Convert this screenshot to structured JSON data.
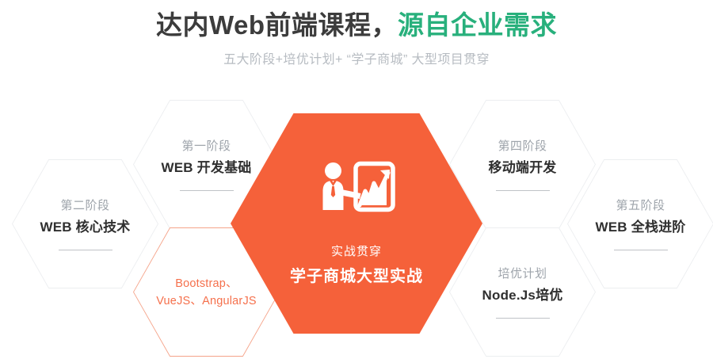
{
  "header": {
    "title_plain": "达内Web前端课程，",
    "title_accent": "源自企业需求",
    "subtitle": "五大阶段+培优计划+ “学子商城” 大型项目贯穿"
  },
  "colors": {
    "accent_green": "#28b07c",
    "brand_orange": "#f5613a",
    "accent_orange_light": "#f5704c",
    "hex_border": "#eceef0",
    "hex_accent_border": "#f5a389",
    "title_dark": "#3c3c3c",
    "subtitle_grey": "#b7bcc2",
    "stage_label_grey": "#9ea4ab"
  },
  "hexes": [
    {
      "id": "hex-stage2",
      "kind": "outline",
      "stage_label": "第二阶段",
      "title": "WEB 核心技术",
      "has_rule": true
    },
    {
      "id": "hex-stage1",
      "kind": "outline",
      "stage_label": "第一阶段",
      "title": "WEB 开发基础",
      "has_rule": true
    },
    {
      "id": "hex-tech",
      "kind": "accent",
      "text": "Bootstrap、VueJS、AngularJS"
    },
    {
      "id": "hex-center",
      "kind": "solid",
      "icon": "presenter-chart-icon",
      "kicker": "实战贯穿",
      "title": "学子商城大型实战"
    },
    {
      "id": "hex-stage4",
      "kind": "outline",
      "stage_label": "第四阶段",
      "title": "移动端开发",
      "has_rule": true
    },
    {
      "id": "hex-bonus",
      "kind": "outline",
      "stage_label": "培优计划",
      "title": "Node.Js培优",
      "has_rule": true
    },
    {
      "id": "hex-stage5",
      "kind": "outline",
      "stage_label": "第五阶段",
      "title": "WEB 全栈进阶",
      "has_rule": true
    }
  ]
}
